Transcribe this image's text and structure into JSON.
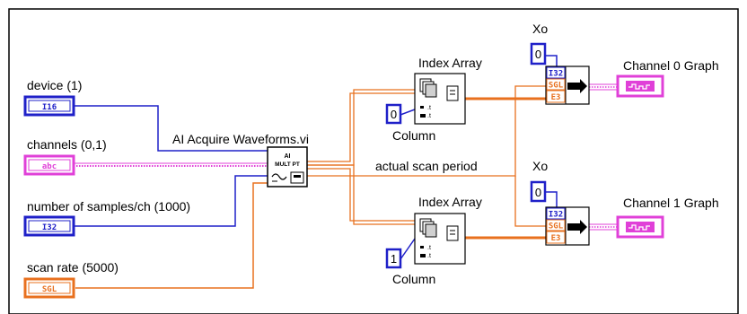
{
  "frame": {
    "border_color": "#000000"
  },
  "colors": {
    "int": "#1f20c8",
    "string": "#e040d8",
    "single": "#e8701e",
    "wire_blue": "#1f20c8",
    "wire_orange": "#e8701e",
    "wire_pink": "#e040d8"
  },
  "inputs": {
    "device": {
      "label": "device (1)",
      "tag": "I16"
    },
    "channels": {
      "label": "channels (0,1)",
      "tag": "abc"
    },
    "samples": {
      "label": "number of samples/ch (1000)",
      "tag": "I32"
    },
    "scan_rate": {
      "label": "scan rate (5000)",
      "tag": "SGL"
    }
  },
  "vi": {
    "label": "AI Acquire Waveforms.vi",
    "icon_line1": "AI",
    "icon_line2": "MULT PT"
  },
  "index_array_top": {
    "label": "Index Array",
    "column_label": "Column",
    "column_value": "0"
  },
  "index_array_bottom": {
    "label": "Index Array",
    "column_label": "Column",
    "column_value": "1"
  },
  "scan_period_label": "actual scan period",
  "bundles": {
    "top": {
      "xo_label": "Xo",
      "xo_value": "0",
      "rows": [
        "I32",
        "SGL",
        "E3"
      ]
    },
    "bottom": {
      "xo_label": "Xo",
      "xo_value": "0",
      "rows": [
        "I32",
        "SGL",
        "E3"
      ]
    }
  },
  "graphs": {
    "ch0": {
      "label": "Channel 0 Graph"
    },
    "ch1": {
      "label": "Channel 1 Graph"
    }
  }
}
